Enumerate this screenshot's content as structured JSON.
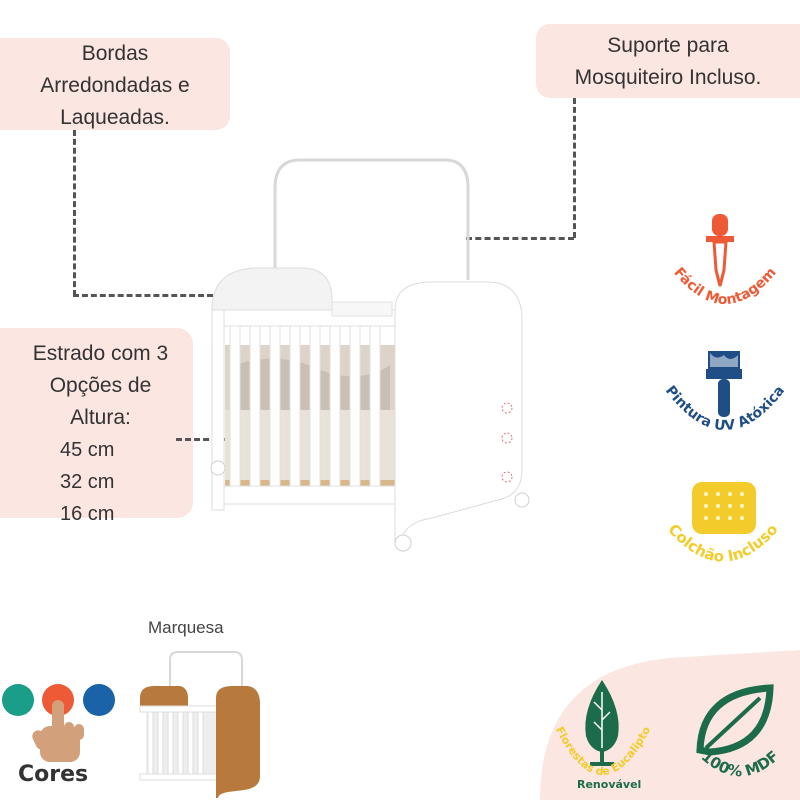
{
  "callouts": {
    "borders": [
      "Bordas",
      "Arredondadas e",
      "Laqueadas."
    ],
    "mosquito": [
      "Suporte para",
      "Mosquiteiro Incluso."
    ],
    "base": [
      "Estrado com 3",
      "Opções de",
      "Altura:"
    ],
    "heights": [
      "45 cm",
      "32 cm",
      "16 cm"
    ]
  },
  "badges": {
    "assembly": "Fácil Montagem",
    "paint": "Pintura UV Atóxica",
    "mattress": "Colchão Incluso",
    "forest_arc": "Florestas de Eucalipto",
    "forest_sub": "Renovável",
    "mdf": "100% MDF"
  },
  "colors_label": "Cores",
  "variant_label": "Marquesa",
  "palette": {
    "callout_bg": "#fbe6e1",
    "teal": "#1a9e8a",
    "orange": "#ee5a36",
    "blue": "#1a63a8",
    "navy": "#1f4e86",
    "yellow": "#f3cc2b",
    "green": "#1c6b4a",
    "wood": "#b87a3c"
  },
  "swatches": [
    {
      "name": "teal",
      "color": "#1a9e8a"
    },
    {
      "name": "orange",
      "color": "#ee5a36"
    },
    {
      "name": "blue",
      "color": "#1a63a8"
    }
  ]
}
